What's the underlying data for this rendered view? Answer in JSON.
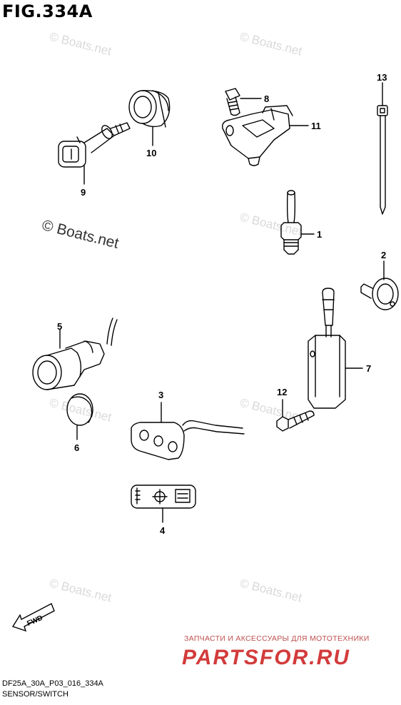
{
  "figure": {
    "title": "FIG.334A",
    "code": "DF25A_30A_P03_016_334A",
    "caption": "SENSOR/SWITCH"
  },
  "callouts": [
    {
      "id": "1",
      "label": "1"
    },
    {
      "id": "2",
      "label": "2"
    },
    {
      "id": "3",
      "label": "3"
    },
    {
      "id": "4",
      "label": "4"
    },
    {
      "id": "5",
      "label": "5"
    },
    {
      "id": "6",
      "label": "6"
    },
    {
      "id": "7",
      "label": "7"
    },
    {
      "id": "8",
      "label": "8"
    },
    {
      "id": "9",
      "label": "9"
    },
    {
      "id": "10",
      "label": "10"
    },
    {
      "id": "11",
      "label": "11"
    },
    {
      "id": "12",
      "label": "12"
    },
    {
      "id": "13",
      "label": "13"
    }
  ],
  "watermark": {
    "small": "© Boats.net",
    "large": "© Boats.net"
  },
  "direction_badge": "FWD",
  "promo": {
    "line": "ЗАПЧАСТИ И АКСЕССУАРЫ ДЛЯ МОТОТЕХНИКИ",
    "logo": "PARTSFOR.RU"
  }
}
